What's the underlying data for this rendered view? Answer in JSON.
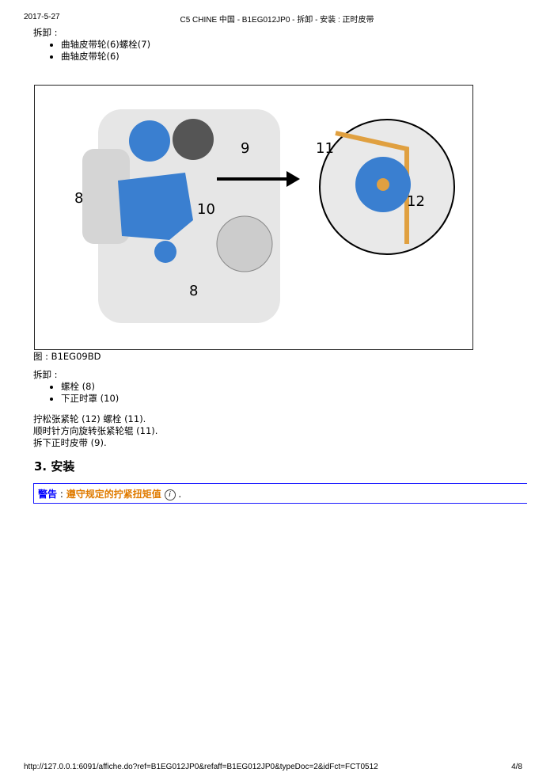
{
  "header": {
    "date": "2017-5-27",
    "title": "C5 CHINE 中国 - B1EG012JP0 - 拆卸 - 安装 : 正时皮带"
  },
  "section1": {
    "label": "拆卸 :",
    "items": [
      "曲轴皮带轮(6)螺栓(7)",
      "曲轴皮带轮(6)"
    ]
  },
  "figure": {
    "caption": "图 : B1EG09BD",
    "callouts": [
      "9",
      "8",
      "10",
      "8",
      "11",
      "12"
    ]
  },
  "section2": {
    "label": "拆卸 :",
    "items": [
      "螺栓 (8)",
      "下正时罩 (10)"
    ],
    "steps": [
      "拧松张紧轮 (12) 螺栓 (11).",
      "顺时针方向旋转张紧轮辊 (11).",
      "拆下正时皮带 (9)."
    ]
  },
  "install": {
    "heading": "3. 安装"
  },
  "warning": {
    "label": "警告",
    "sep": " : ",
    "text": "遵守规定的拧紧扭矩值",
    "icon": "info-icon",
    "end": "."
  },
  "footer": {
    "url": "http://127.0.0.1:6091/affiche.do?ref=B1EG012JP0&refaff=B1EG012JP0&typeDoc=2&idFct=FCT0512",
    "page": "4/8"
  }
}
